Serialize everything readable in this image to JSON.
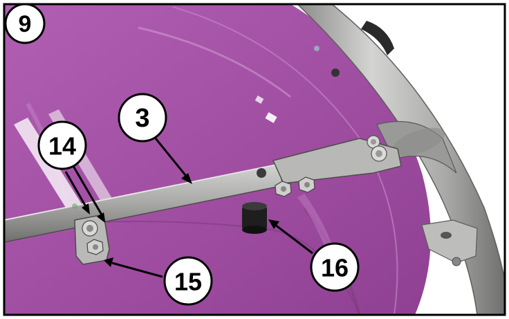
{
  "step": {
    "number": "9"
  },
  "callouts": [
    {
      "id": "3",
      "text": "3"
    },
    {
      "id": "14",
      "text": "14"
    },
    {
      "id": "15",
      "text": "15"
    },
    {
      "id": "16",
      "text": "16"
    }
  ],
  "colors": {
    "hood": "#a552a6",
    "hood_dark": "#8e3f90",
    "metal": "#b4b4b2",
    "metal_dark": "#7a7a78",
    "frame_border": "#000000"
  }
}
